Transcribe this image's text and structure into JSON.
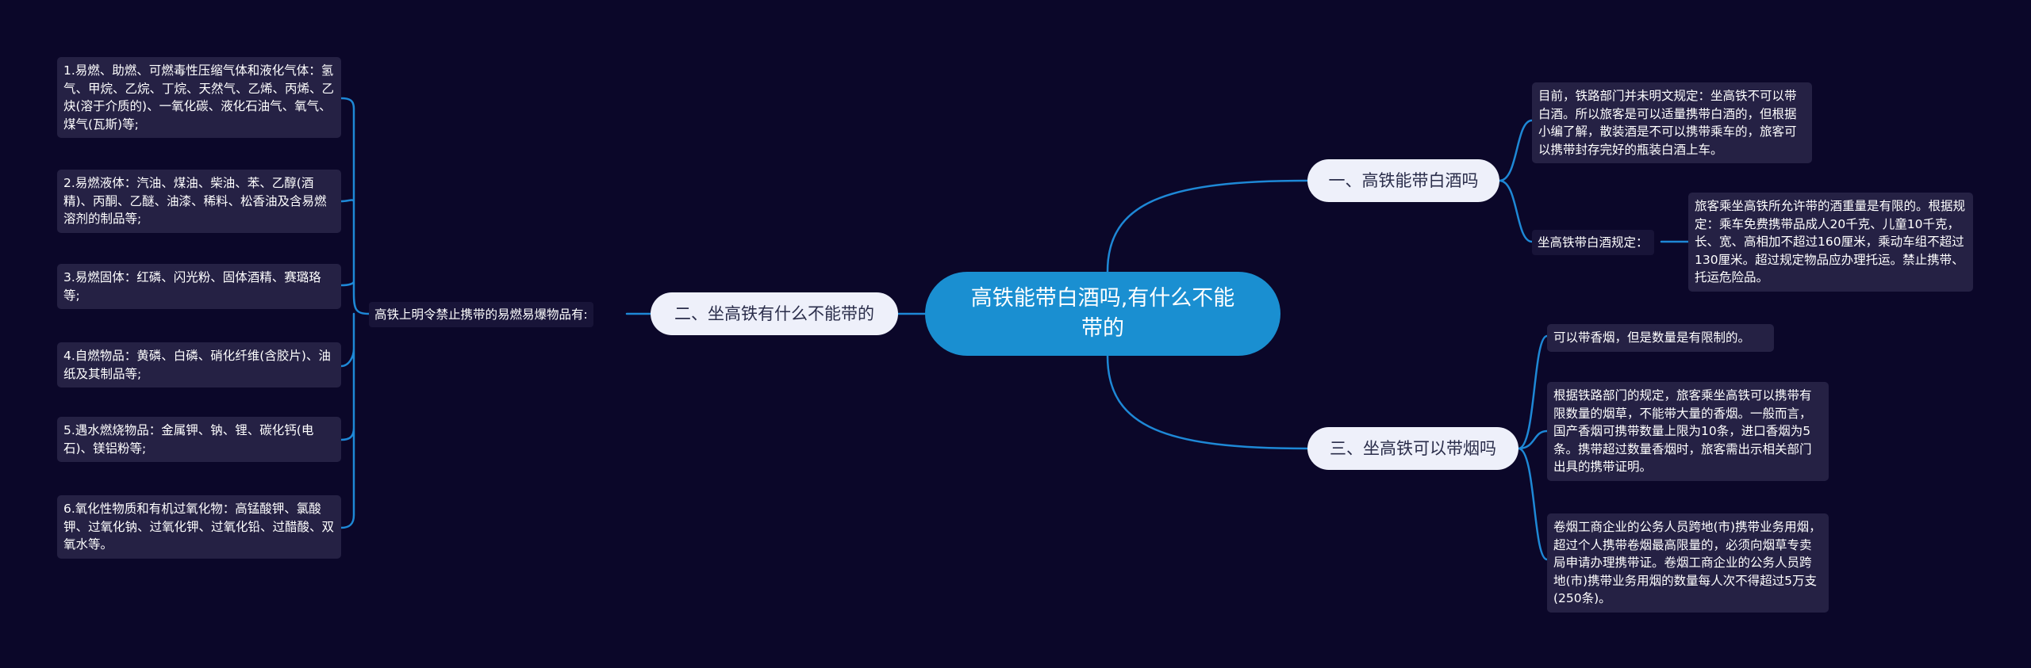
{
  "colors": {
    "background": "#0b0729",
    "root_fill": "#1a8fd1",
    "branch_fill": "#eef0fa",
    "leaf_fill": "#252144",
    "connector": "#1e88d6"
  },
  "root": {
    "title": "高铁能带白酒吗,有什么不能带的"
  },
  "right_top": {
    "label": "一、高铁能带白酒吗",
    "items": [
      "目前，铁路部门并未明文规定：坐高铁不可以带白酒。所以旅客是可以适量携带白酒的，但根据小编了解，散装酒是不可以携带乘车的，旅客可以携带封存完好的瓶装白酒上车。"
    ],
    "sub_label": "坐高铁带白酒规定：",
    "sub_text": "旅客乘坐高铁所允许带的酒重量是有限的。根据规定：乘车免费携带品成人20千克、儿童10千克，长、宽、高相加不超过160厘米，乘动车组不超过130厘米。超过规定物品应办理托运。禁止携带、托运危险品。"
  },
  "right_bottom": {
    "label": "三、坐高铁可以带烟吗",
    "items": [
      "可以带香烟，但是数量是有限制的。",
      "根据铁路部门的规定，旅客乘坐高铁可以携带有限数量的烟草，不能带大量的香烟。一般而言，国产香烟可携带数量上限为10条，进口香烟为5条。携带超过数量香烟时，旅客需出示相关部门出具的携带证明。",
      "卷烟工商企业的公务人员跨地(市)携带业务用烟，超过个人携带卷烟最高限量的，必须向烟草专卖局申请办理携带证。卷烟工商企业的公务人员跨地(市)携带业务用烟的数量每人次不得超过5万支(250条)。"
    ]
  },
  "left": {
    "label": "二、坐高铁有什么不能带的",
    "sub_label": "高铁上明令禁止携带的易燃易爆物品有:",
    "items": [
      "1.易燃、助燃、可燃毒性压缩气体和液化气体：氢气、甲烷、乙烷、丁烷、天然气、乙烯、丙烯、乙炔(溶于介质的)、一氧化碳、液化石油气、氧气、煤气(瓦斯)等;",
      "2.易燃液体：汽油、煤油、柴油、苯、乙醇(酒精)、丙酮、乙醚、油漆、稀料、松香油及含易燃溶剂的制品等;",
      "3.易燃固体：红磷、闪光粉、固体酒精、赛璐珞等;",
      "4.自燃物品：黄磷、白磷、硝化纤维(含胶片)、油纸及其制品等;",
      "5.遇水燃烧物品：金属钾、钠、锂、碳化钙(电石)、镁铝粉等;",
      "6.氧化性物质和有机过氧化物：高锰酸钾、氯酸钾、过氧化钠、过氧化钾、过氧化铅、过醋酸、双氧水等。"
    ]
  }
}
